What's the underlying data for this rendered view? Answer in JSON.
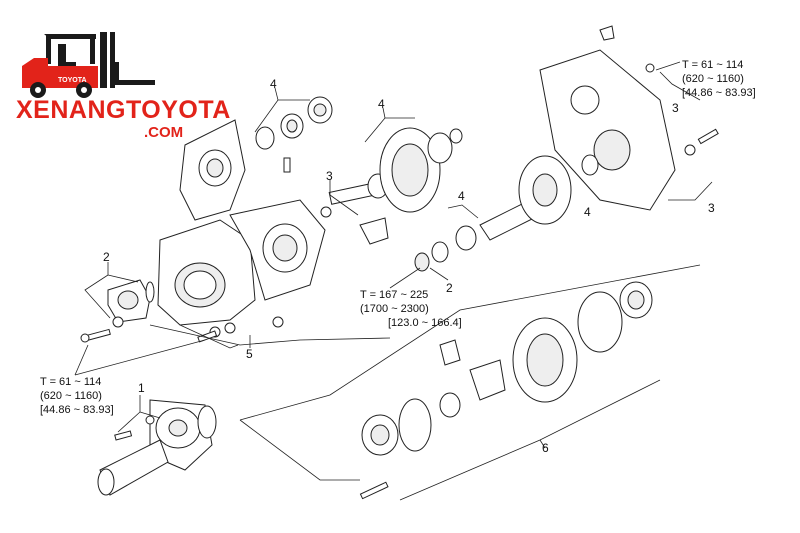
{
  "brand": {
    "name": "XENANGTOYOTA",
    "domain": ".COM",
    "logo_badge": "TOYOTA",
    "accent_color": "#e2231a",
    "logo_color": "#1a1a1a"
  },
  "callouts": [
    "1",
    "2",
    "2",
    "3",
    "3",
    "3",
    "4",
    "4",
    "4",
    "4",
    "5",
    "6"
  ],
  "torque_specs": [
    {
      "line1": "T = 61 ~ 114",
      "line2": "(620 ~ 1160)",
      "line3": "[44.86 ~ 83.93]"
    },
    {
      "line1": "T = 167 ~ 225",
      "line2": "(1700 ~ 2300)",
      "line3": "[123.0 ~ 166.4]"
    },
    {
      "line1": "T = 61 ~ 114",
      "line2": "(620 ~ 1160)",
      "line3": "[44.86 ~ 83.93]"
    }
  ]
}
